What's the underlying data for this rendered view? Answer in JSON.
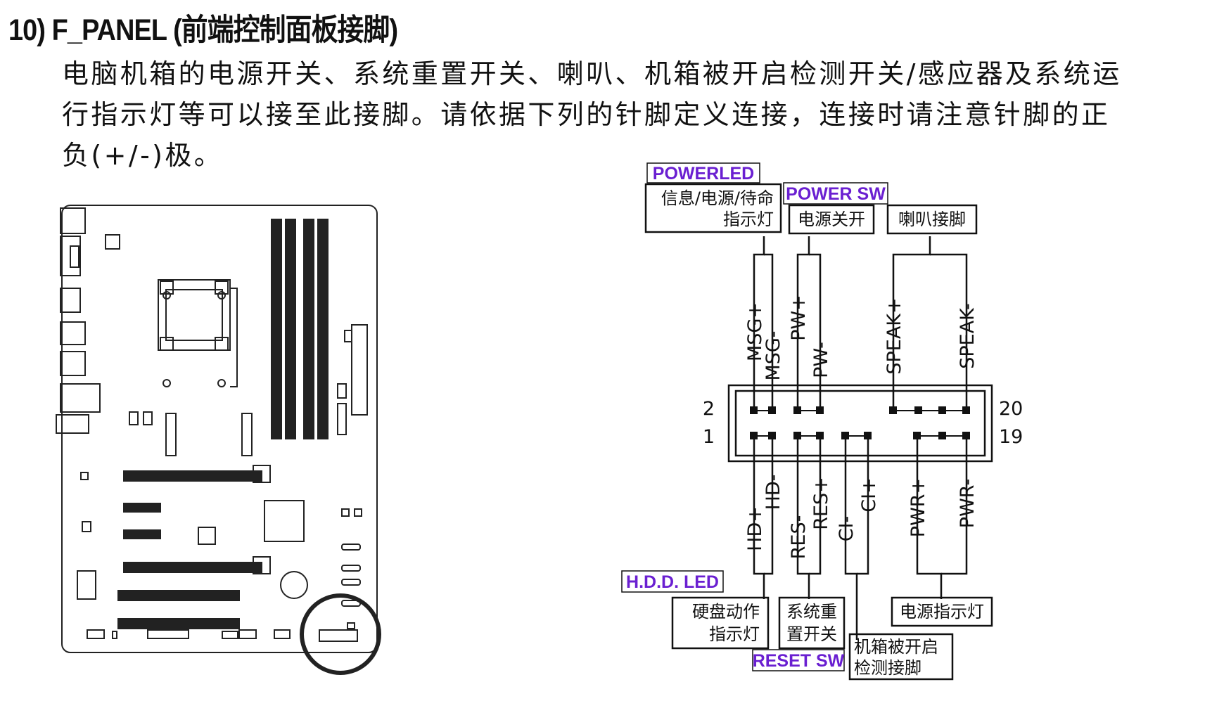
{
  "heading": "10) F_PANEL (前端控制面板接脚)",
  "description": [
    "电脑机箱的电源开关、系统重置开关、喇叭、机箱被开启检测开关/感应器及系统运",
    "行指示灯等可以接至此接脚。请依据下列的针脚定义连接，连接时请注意针脚的正",
    "负(+/-)极。"
  ],
  "tags": {
    "power_led": "POWERLED",
    "power_sw": "POWER SW",
    "hdd_led": "H.D.D. LED",
    "reset_sw": "RESET SW"
  },
  "boxes": {
    "msg_led": [
      "信息/电源/待命",
      "指示灯"
    ],
    "power_switch": "电源关开",
    "speaker": "喇叭接脚",
    "hdd_activity": [
      "硬盘动作",
      "指示灯"
    ],
    "reset": [
      "系统重",
      "置开关"
    ],
    "chassis_intrusion": [
      "机箱被开启",
      "检测接脚"
    ],
    "power_indicator": "电源指示灯"
  },
  "pins_top": [
    "MSG+",
    "MSG-",
    "PW+",
    "PW-",
    "SPEAK+",
    "SPEAK-"
  ],
  "pins_bottom": [
    "HD+",
    "HD-",
    "RES-",
    "RES+",
    "CI-",
    "CI+",
    "PWR+",
    "PWR-"
  ],
  "pin_numbers": {
    "top_left": "2",
    "bottom_left": "1",
    "top_right": "20",
    "bottom_right": "19"
  },
  "colors": {
    "tag": "#6a1fd1",
    "line": "#111111"
  }
}
